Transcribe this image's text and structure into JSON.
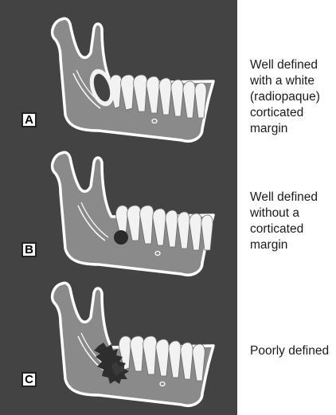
{
  "panels": [
    {
      "letter": "A",
      "lesion": "corticated",
      "description": [
        "Well defined",
        "with a white",
        "(radiopaque)",
        "corticated",
        "margin"
      ]
    },
    {
      "letter": "B",
      "lesion": "non-corticated",
      "description": [
        "Well defined",
        "without a",
        "corticated",
        "margin"
      ]
    },
    {
      "letter": "C",
      "lesion": "poorly-defined",
      "description": [
        "Poorly defined"
      ]
    }
  ],
  "colors": {
    "background": "#434343",
    "bone": "#8a8a8a",
    "outline": "#ffffff",
    "teeth": "#f2f2f2",
    "lesion_dark": "#2e2e2e"
  }
}
